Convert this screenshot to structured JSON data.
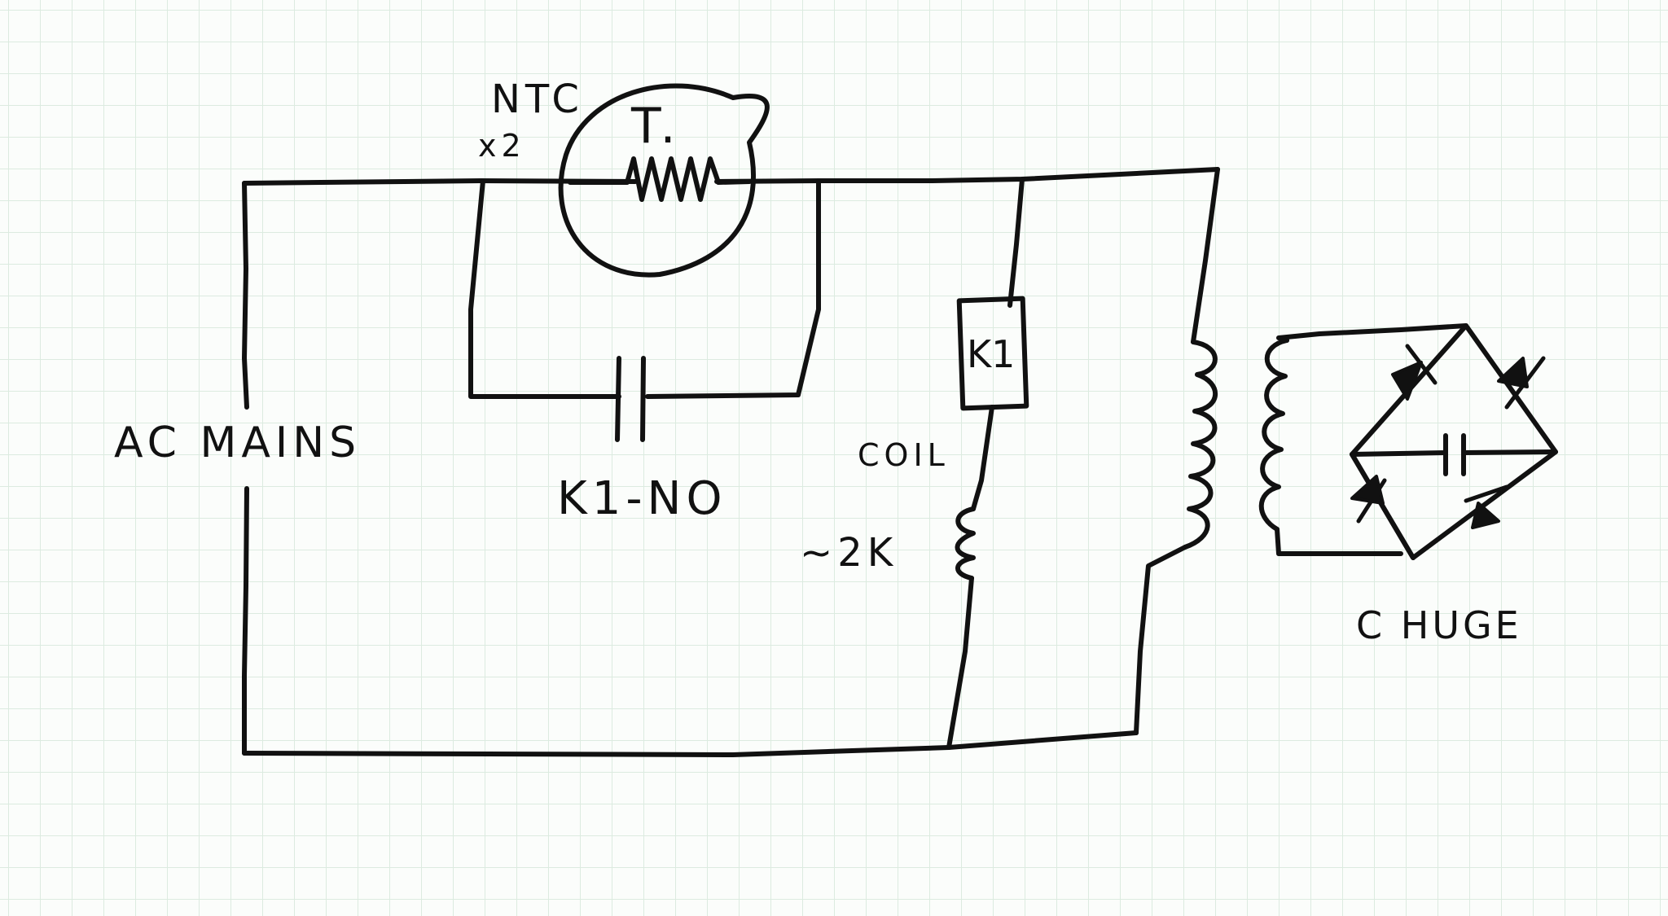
{
  "labels": {
    "ntc": "NTC",
    "ntc_count": "x2",
    "thermal": "T.",
    "relay_contact": "K1-NO",
    "relay_coil": "K1",
    "coil": "COIL",
    "resistance": "~2K",
    "ac_mains": "AC MAINS",
    "c_huge": "C HUGE"
  }
}
